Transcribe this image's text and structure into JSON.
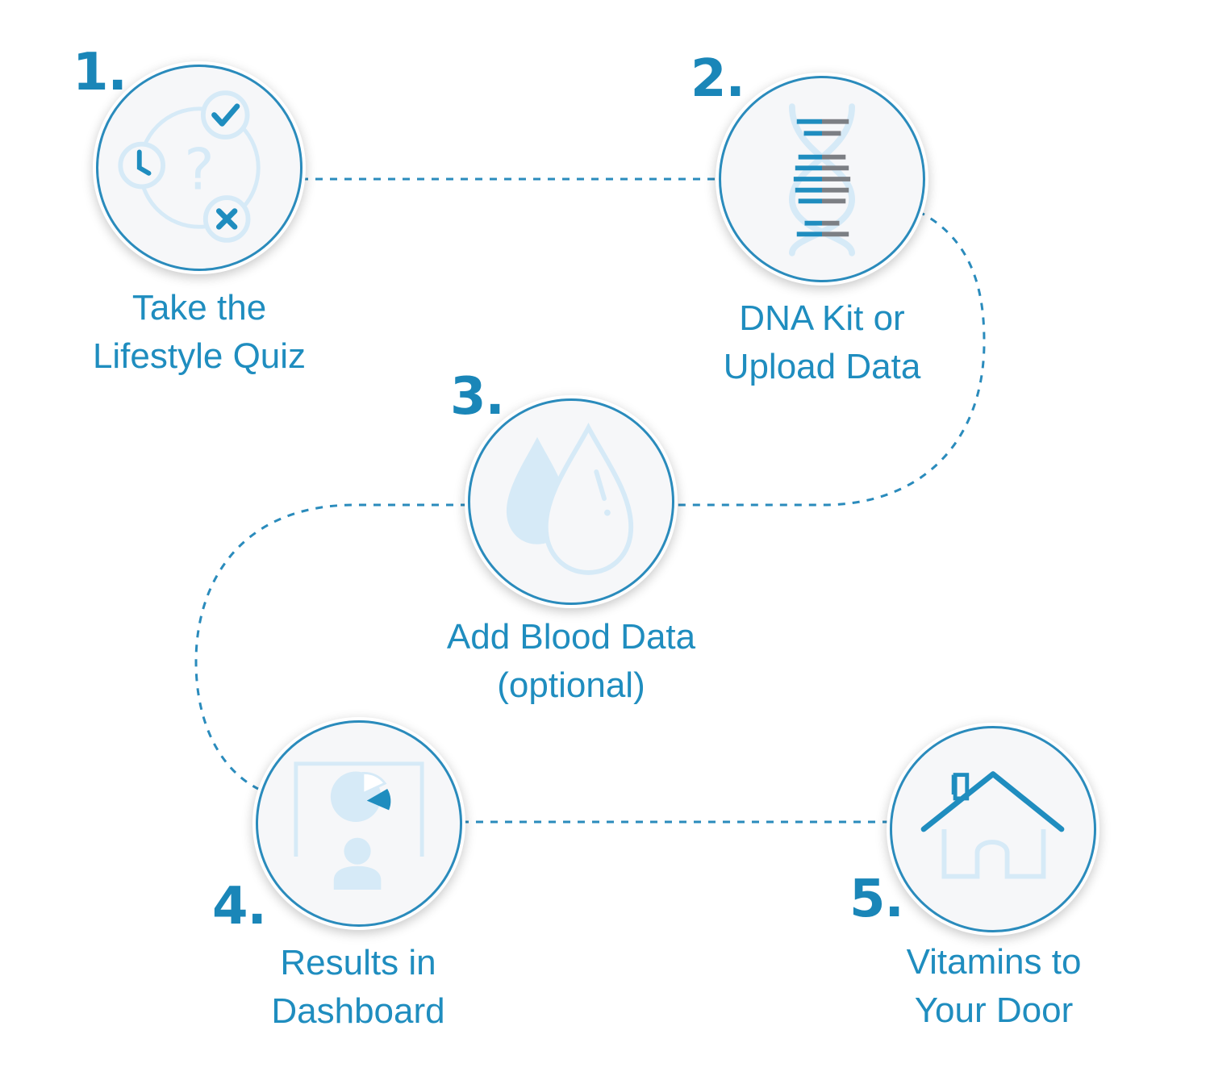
{
  "colors": {
    "accent": "#1f8dbf",
    "number": "#1a86b8",
    "line": "#2a8bbc",
    "icon_light": "#d6eaf7",
    "dna_gray": "#7c7f84"
  },
  "steps": [
    {
      "number": "1.",
      "label_lines": [
        "Take the",
        "Lifestyle Quiz"
      ],
      "icon": "lifestyle-quiz-icon"
    },
    {
      "number": "2.",
      "label_lines": [
        "DNA Kit or",
        "Upload Data"
      ],
      "icon": "dna-icon"
    },
    {
      "number": "3.",
      "label_lines": [
        "Add Blood Data",
        "(optional)"
      ],
      "icon": "blood-drops-icon"
    },
    {
      "number": "4.",
      "label_lines": [
        "Results in",
        "Dashboard"
      ],
      "icon": "dashboard-icon"
    },
    {
      "number": "5.",
      "label_lines": [
        "Vitamins to",
        "Your Door"
      ],
      "icon": "house-icon"
    }
  ]
}
